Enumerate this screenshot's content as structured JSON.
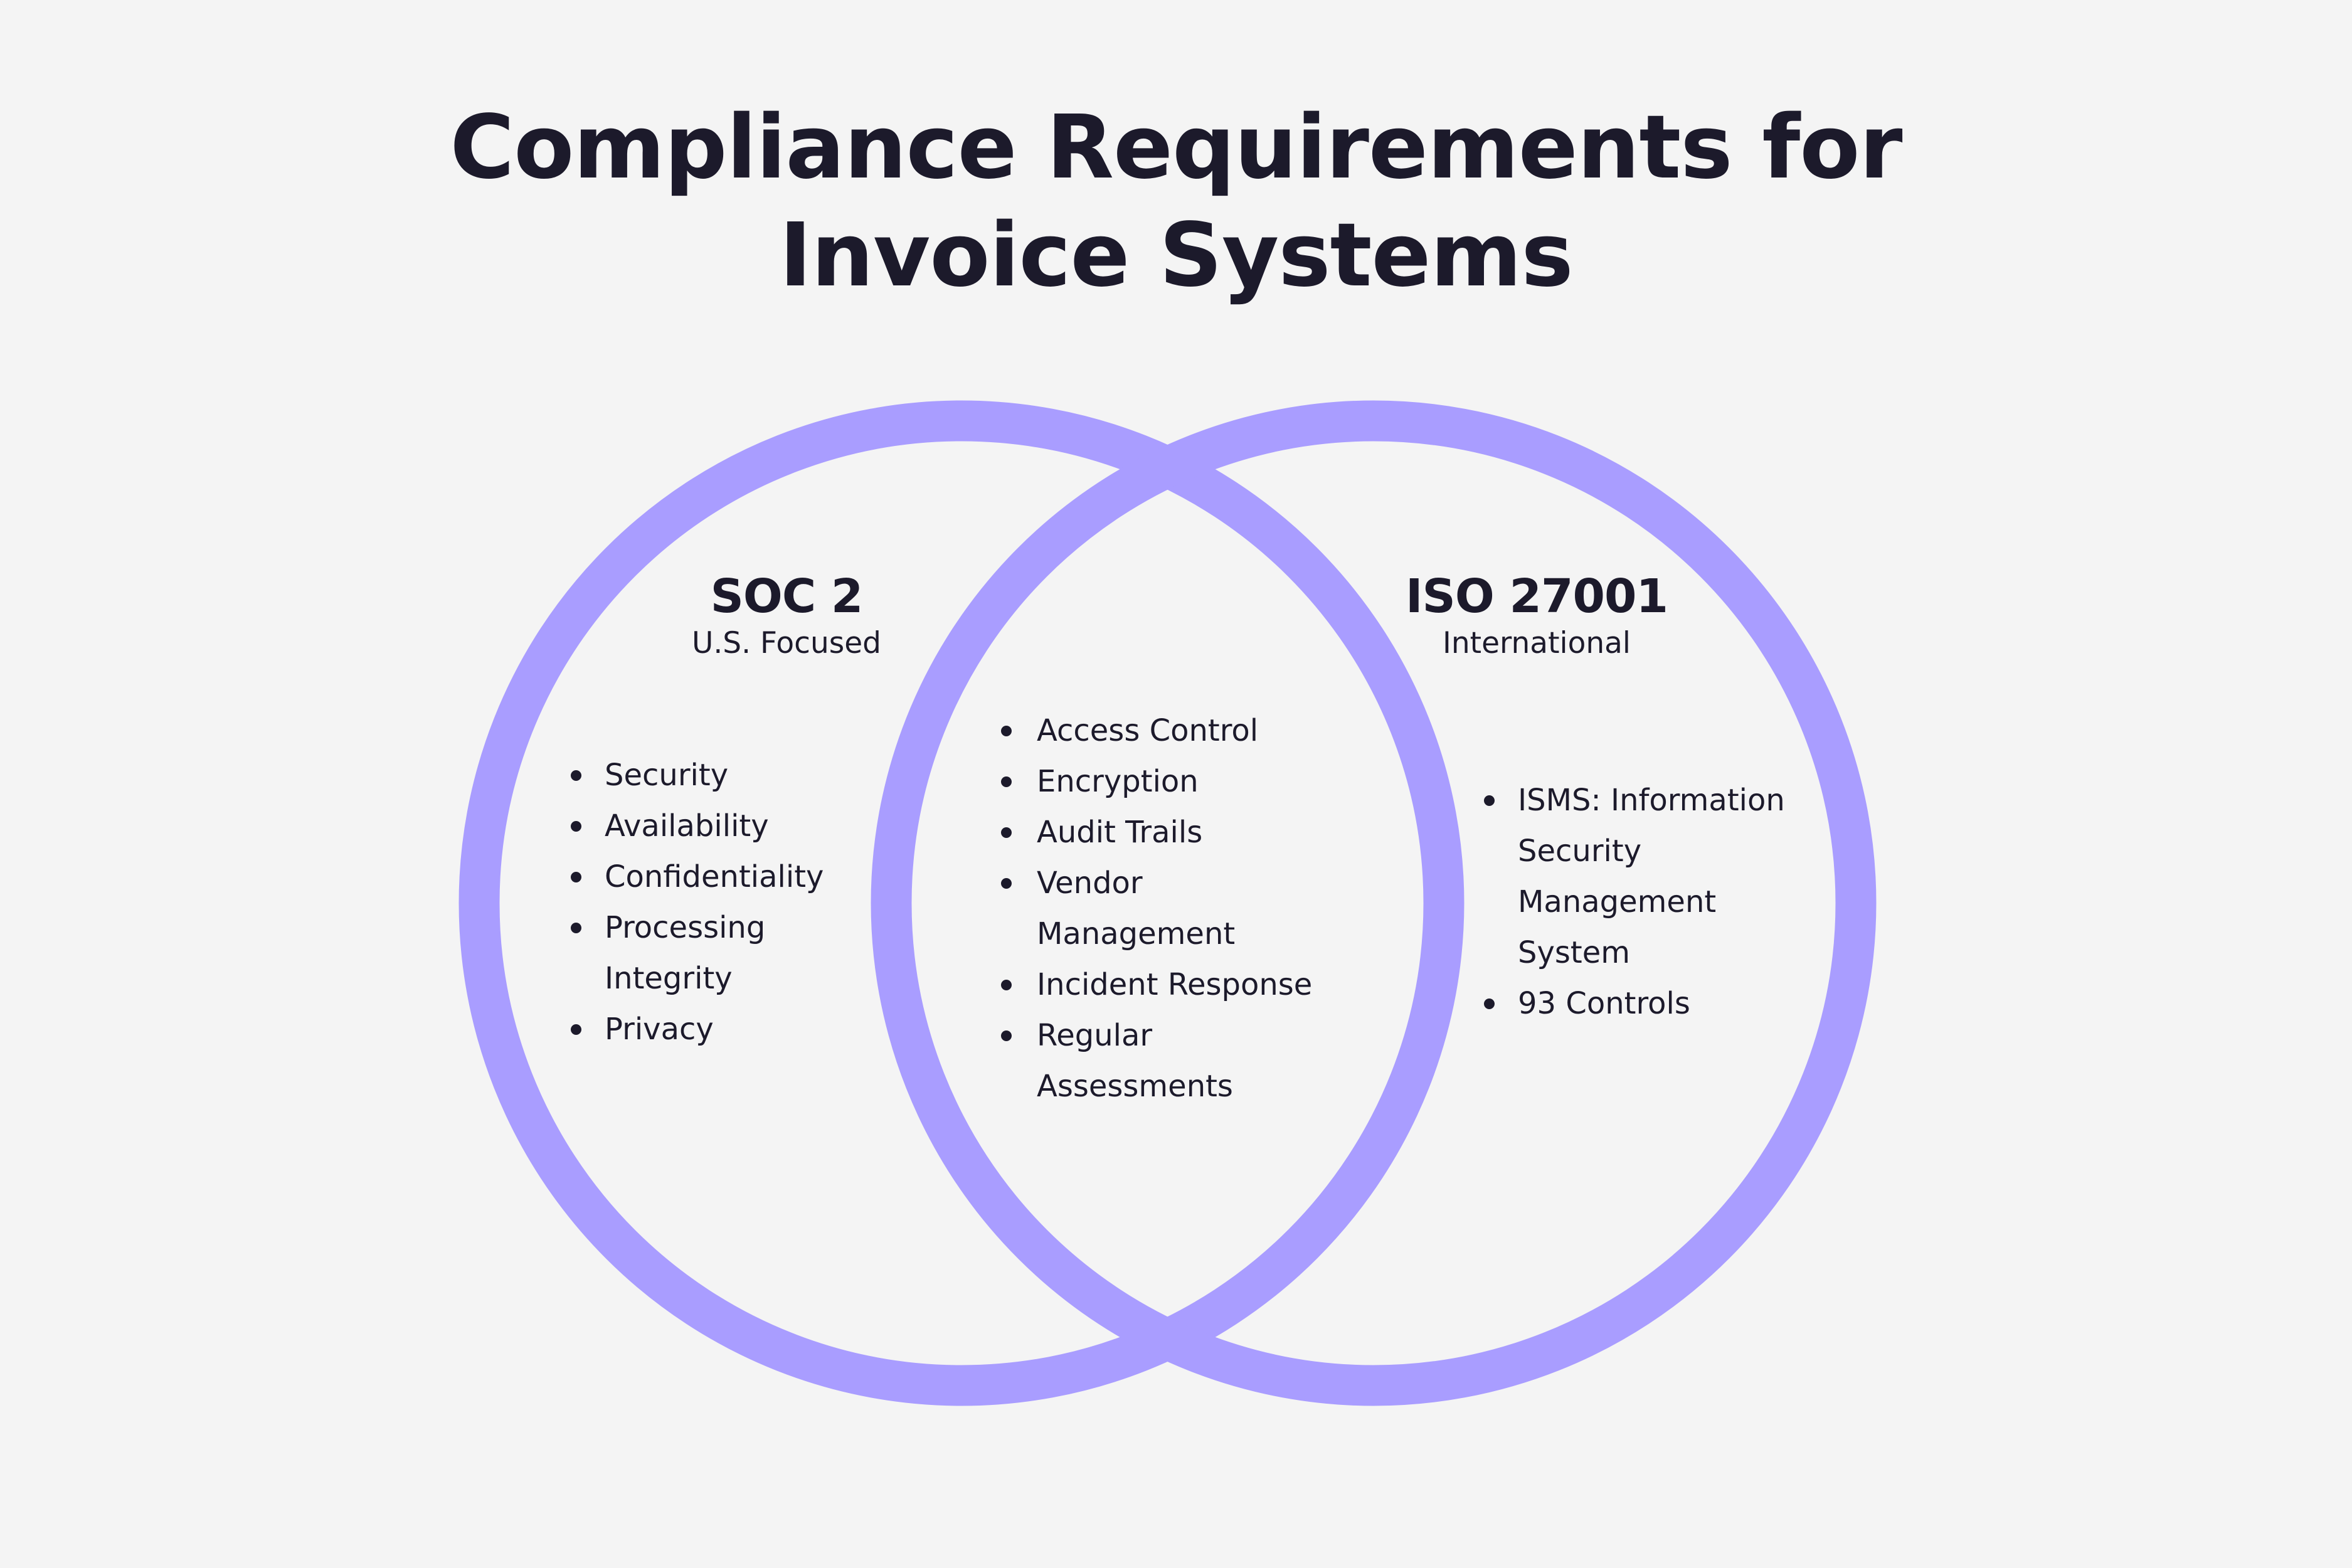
{
  "title": {
    "line1": "Compliance Requirements for",
    "line2": "Invoice Systems"
  },
  "colors": {
    "background": "#F4F4F4",
    "circle_stroke": "#A99DFF",
    "text": "#1C1A2B"
  },
  "sets": {
    "left": {
      "name": "SOC 2",
      "subtitle": "U.S. Focused",
      "items": [
        {
          "lines": [
            "Security"
          ]
        },
        {
          "lines": [
            "Availability"
          ]
        },
        {
          "lines": [
            "Confidentiality"
          ]
        },
        {
          "lines": [
            "Processing",
            "Integrity"
          ]
        },
        {
          "lines": [
            "Privacy"
          ]
        }
      ]
    },
    "overlap": {
      "items": [
        {
          "lines": [
            "Access Control"
          ]
        },
        {
          "lines": [
            "Encryption"
          ]
        },
        {
          "lines": [
            "Audit Trails"
          ]
        },
        {
          "lines": [
            "Vendor",
            "Management"
          ]
        },
        {
          "lines": [
            "Incident Response"
          ]
        },
        {
          "lines": [
            "Regular",
            "Assessments"
          ]
        }
      ]
    },
    "right": {
      "name": "ISO 27001",
      "subtitle": "International",
      "items": [
        {
          "lines": [
            "ISMS: Information",
            "Security",
            "Management",
            "System"
          ]
        },
        {
          "lines": [
            "93 Controls"
          ]
        }
      ]
    }
  }
}
